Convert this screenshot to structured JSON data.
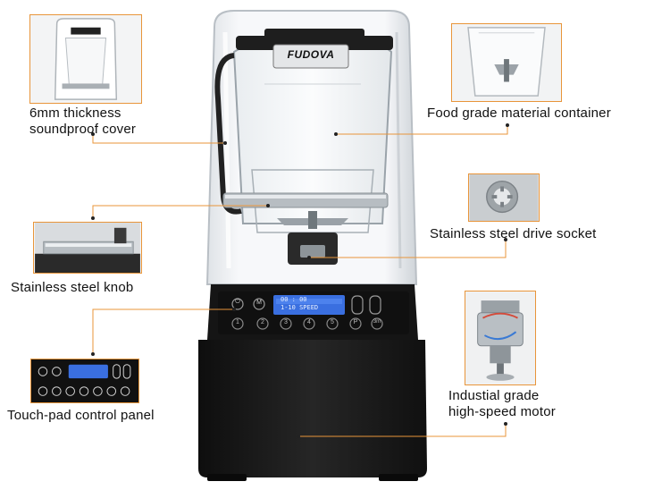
{
  "product": {
    "brand": "FUDOVA"
  },
  "display": {
    "line1": "00 : 00",
    "line2": "1-10 SPEED"
  },
  "panel": {
    "top_buttons": [
      "⏻",
      "M"
    ],
    "number_buttons": [
      "1",
      "2",
      "3",
      "4",
      "5",
      "P",
      "3m"
    ]
  },
  "features": [
    {
      "id": "cover",
      "lines": [
        "6mm thickness",
        "soundproof cover"
      ]
    },
    {
      "id": "container",
      "lines": [
        "Food grade material container"
      ]
    },
    {
      "id": "socket",
      "lines": [
        "Stainless steel drive socket"
      ]
    },
    {
      "id": "knob",
      "lines": [
        "Stainless steel knob"
      ]
    },
    {
      "id": "panel",
      "lines": [
        "Touch-pad control panel"
      ]
    },
    {
      "id": "motor",
      "lines": [
        "Industial grade",
        "high-speed motor"
      ]
    }
  ],
  "colors": {
    "accent": "#e8953a",
    "body": "#1b1b1b",
    "lcd": "#3a6fe0"
  }
}
